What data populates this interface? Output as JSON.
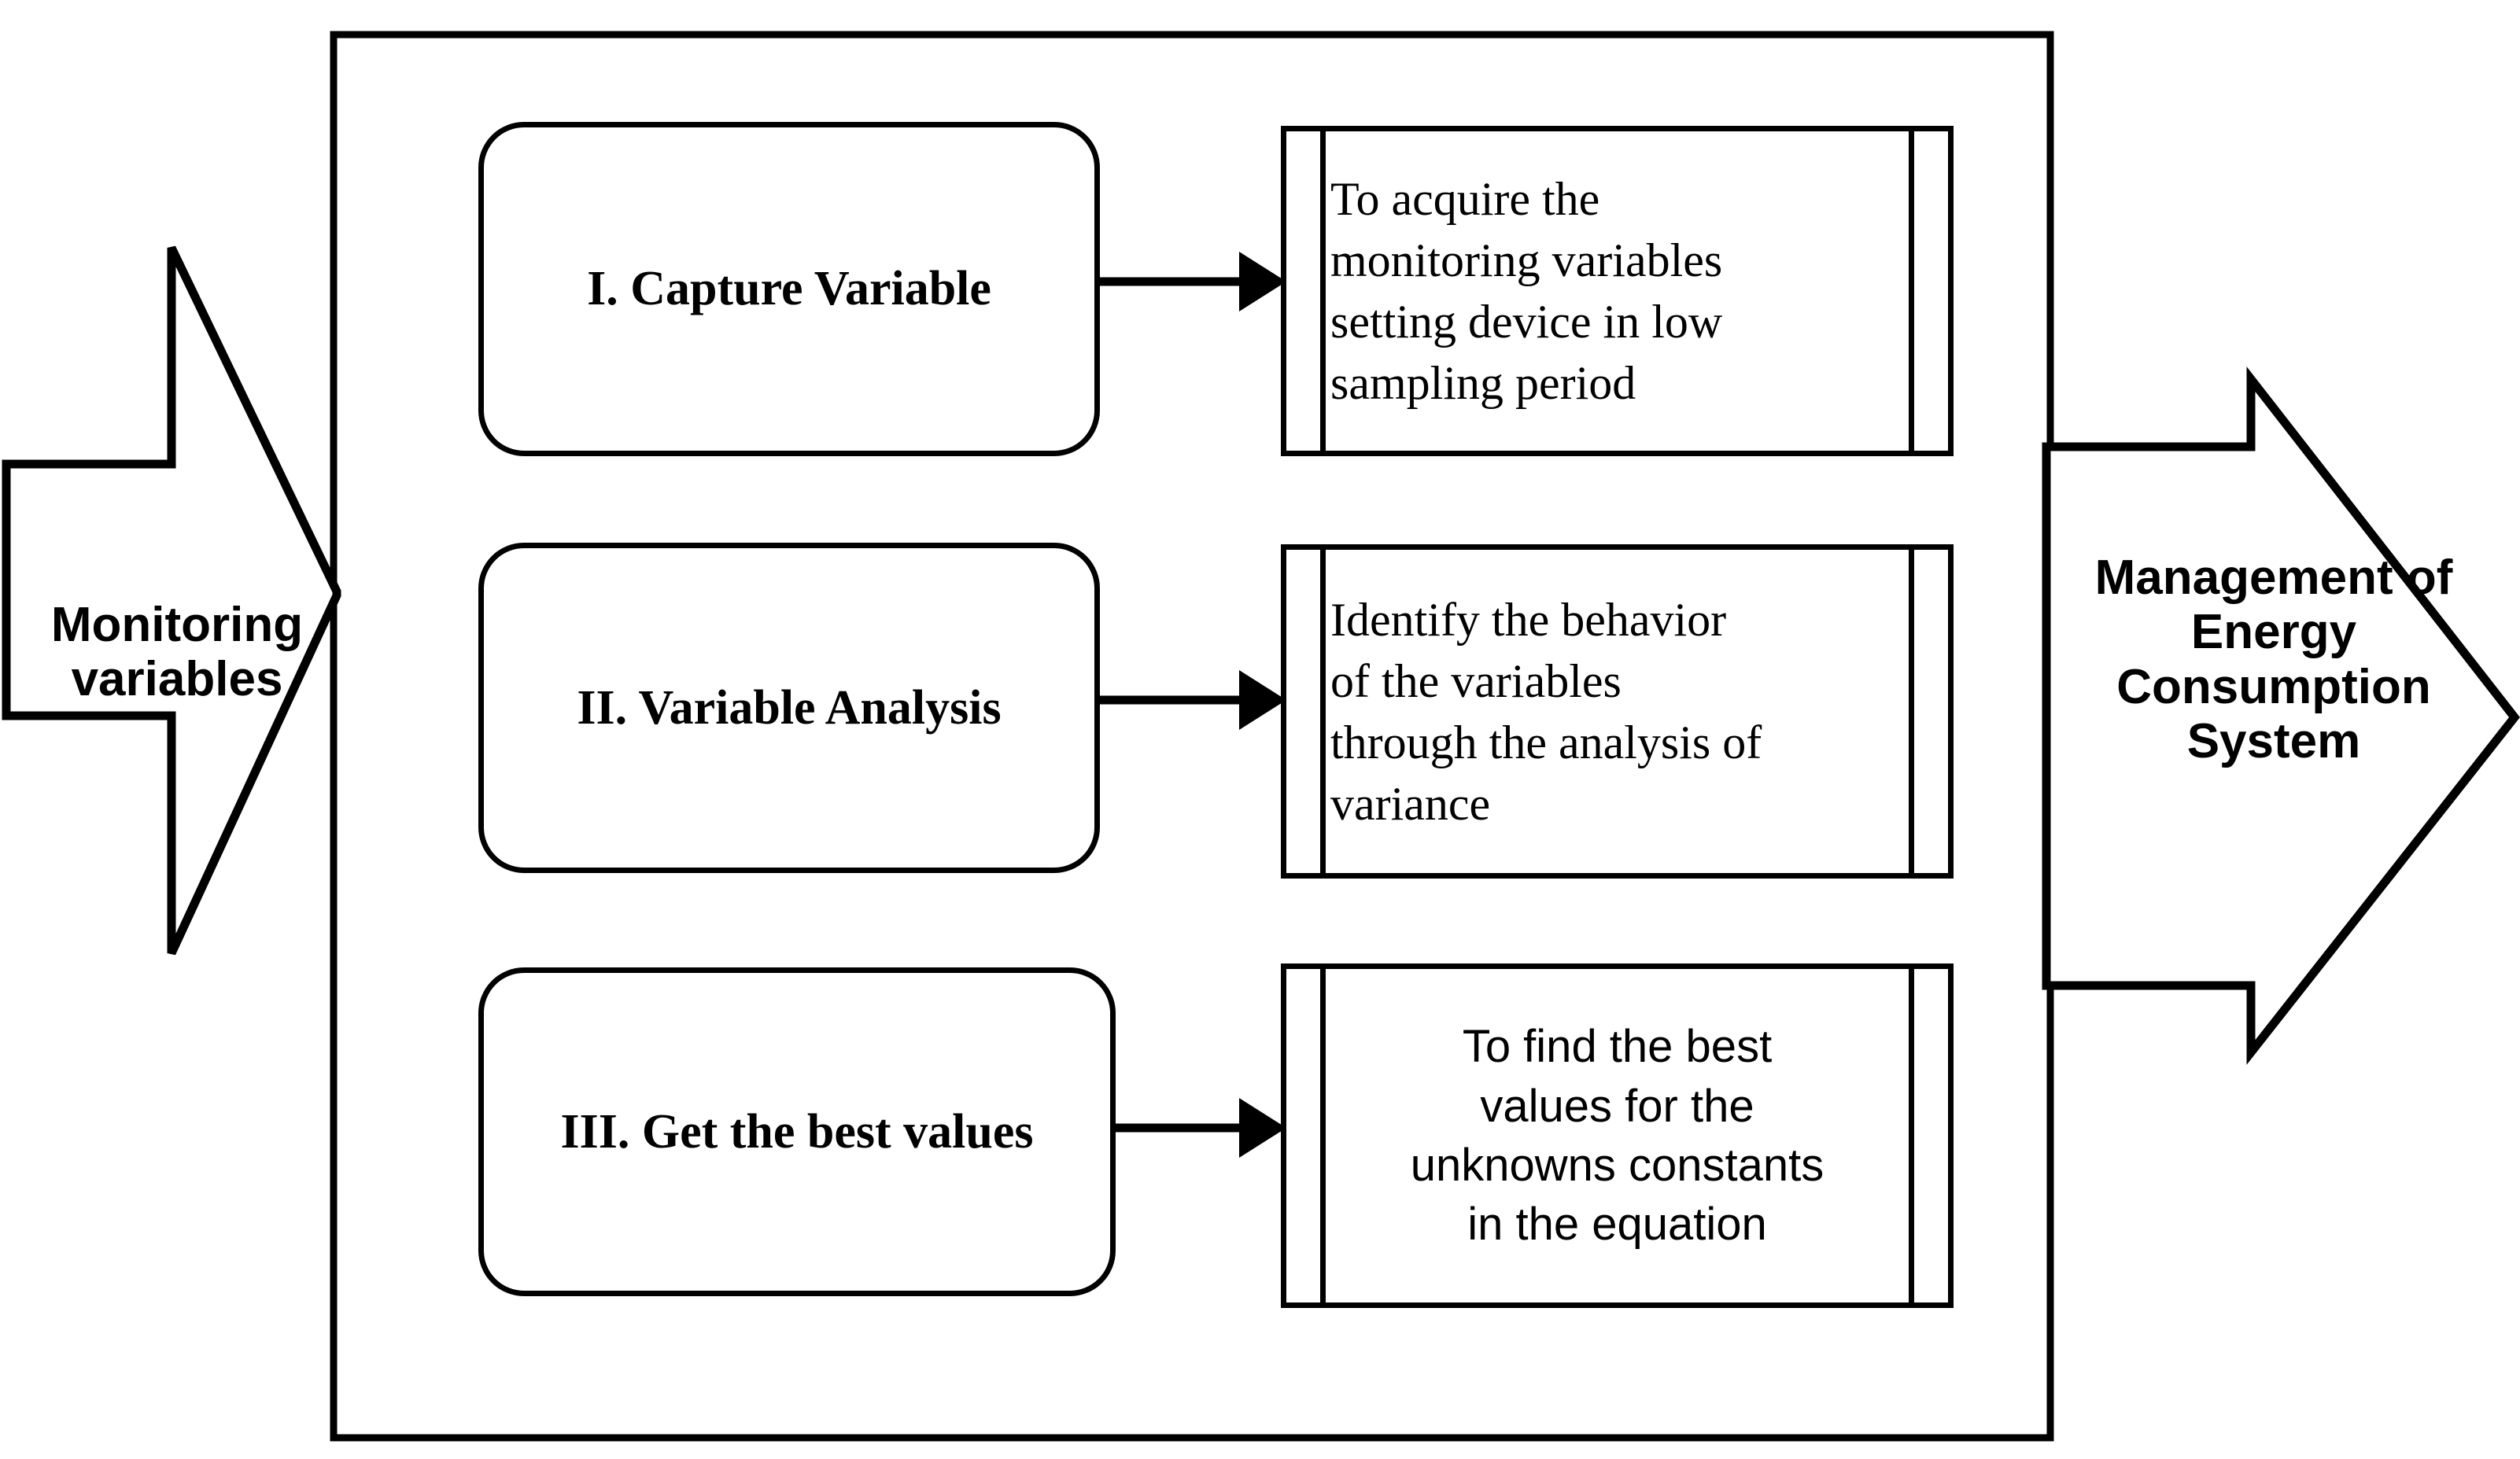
{
  "diagram": {
    "title_present": false,
    "colors": {
      "stroke": "#000000",
      "fill": "#ffffff",
      "background": "#ffffff"
    }
  },
  "input_arrow": {
    "label": "Monitoring\nvariables",
    "line1": "Monitoring",
    "line2": "variables",
    "direction": "right",
    "shape": "block-arrow"
  },
  "output_arrow": {
    "label": "Management of Energy Consumption System",
    "line1": "Management of",
    "line2": "Energy",
    "line3": "Consumption",
    "line4": "System",
    "direction": "right",
    "shape": "block-arrow"
  },
  "stages": [
    {
      "id": "stage-1",
      "label": "I. Capture Variable",
      "description": "To acquire the monitoring variables setting device in low sampling period",
      "description_lines": [
        "To acquire the",
        "monitoring variables",
        "setting device in low",
        "sampling period"
      ],
      "description_align": "left",
      "description_font": "serif",
      "connector": "arrow-right"
    },
    {
      "id": "stage-2",
      "label": "II. Variable Analysis",
      "description": "Identify the behavior of the variables through the analysis of variance",
      "description_lines": [
        "Identify the behavior",
        "of the variables",
        "through the analysis of",
        "variance"
      ],
      "description_align": "left",
      "description_font": "serif",
      "connector": "arrow-right"
    },
    {
      "id": "stage-3",
      "label": "III. Get the best values",
      "description": "To find the best values for the unknowns constants in the equation",
      "description_lines": [
        "To find the best",
        "values for the",
        "unknowns constants",
        "in the equation"
      ],
      "description_align": "center",
      "description_font": "sans-serif",
      "connector": "arrow-right"
    }
  ]
}
